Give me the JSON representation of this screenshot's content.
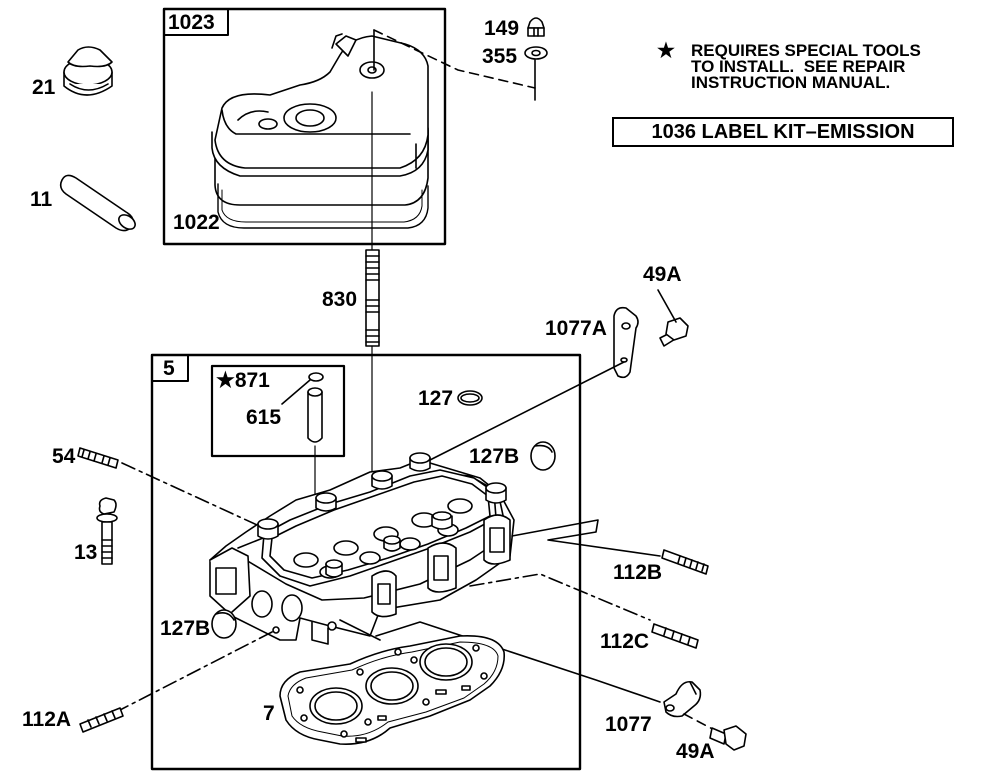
{
  "note": {
    "star": "★",
    "lines": [
      "REQUIRES SPECIAL TOOLS",
      "TO INSTALL.  SEE REPAIR",
      "INSTRUCTION MANUAL."
    ]
  },
  "kit_label": "1036 LABEL KIT–EMISSION",
  "parts": {
    "p1023": "1023",
    "p149": "149",
    "p355": "355",
    "p21": "21",
    "p11": "11",
    "p1022": "1022",
    "p830": "830",
    "p49A_top": "49A",
    "p1077A": "1077A",
    "p5": "5",
    "p871": "★871",
    "p615": "615",
    "p127": "127",
    "p127B_top": "127B",
    "p54": "54",
    "p13": "13",
    "p112B": "112B",
    "p127B_left": "127B",
    "p112C": "112C",
    "p112A": "112A",
    "p7": "7",
    "p1077": "1077",
    "p49A_bottom": "49A"
  }
}
